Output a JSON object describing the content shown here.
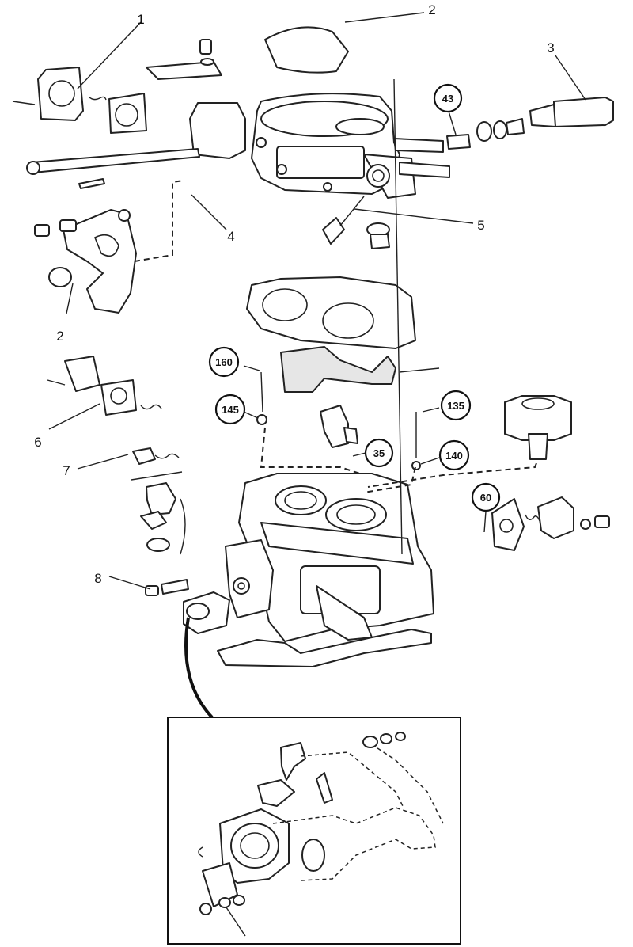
{
  "callouts": {
    "c1": "1",
    "c2a": "2",
    "c3": "3",
    "c4": "4",
    "c5": "5",
    "c2b": "2",
    "c6": "6",
    "c7": "7",
    "c8": "8"
  },
  "badges": {
    "b43": "43",
    "b160": "160",
    "b145": "145",
    "b135": "135",
    "b140": "140",
    "b35": "35",
    "b60": "60"
  }
}
